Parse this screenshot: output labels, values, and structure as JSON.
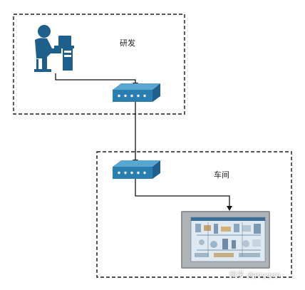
{
  "zones": {
    "rd": {
      "label": "研发"
    },
    "workshop": {
      "label": "车间"
    }
  },
  "devices": {
    "workstation": {
      "icon": "computer-user-icon"
    },
    "switch_top": {
      "icon": "network-switch-icon"
    },
    "switch_bottom": {
      "icon": "network-switch-icon"
    },
    "hmi": {
      "icon": "hmi-touch-panel-icon"
    }
  },
  "credit": "知乎 @Joygen",
  "colors": {
    "device_blue": "#1f5f8b",
    "switch_blue": "#2b7fb0",
    "line": "#111111",
    "hmi_frame": "#8d9196",
    "hmi_screen": "#dfe9f2"
  }
}
